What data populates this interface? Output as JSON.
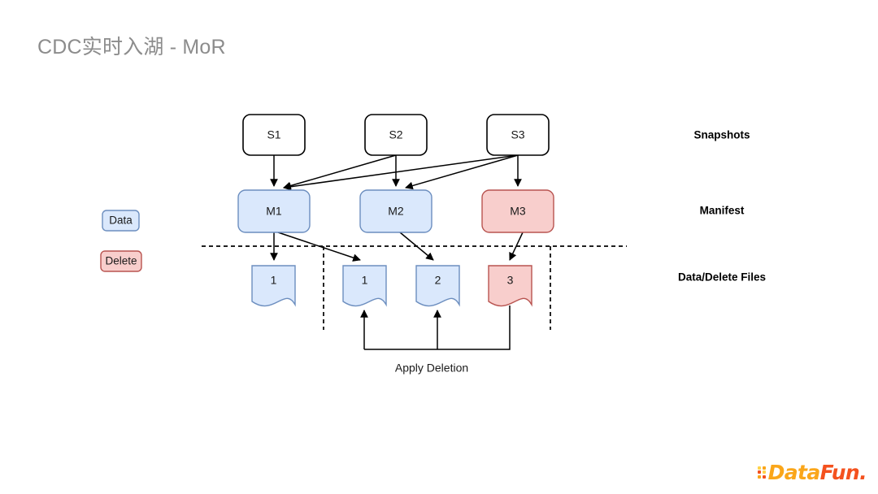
{
  "slide": {
    "title": "CDC实时入湖 - MoR",
    "background": "#ffffff"
  },
  "colors": {
    "data_fill": "#dae8fc",
    "data_stroke": "#6c8ebf",
    "delete_fill": "#f8cecc",
    "delete_stroke": "#b85450",
    "snapshot_fill": "#ffffff",
    "snapshot_stroke": "#000000",
    "title_color": "#8c8c8c",
    "edge_color": "#000000"
  },
  "legend": {
    "items": [
      {
        "label": "Data",
        "kind": "data"
      },
      {
        "label": "Delete",
        "kind": "delete"
      }
    ]
  },
  "row_labels": [
    {
      "label": "Snapshots"
    },
    {
      "label": "Manifest"
    },
    {
      "label": "Data/Delete Files"
    }
  ],
  "snapshots": [
    {
      "label": "S1"
    },
    {
      "label": "S2"
    },
    {
      "label": "S3"
    }
  ],
  "manifests": [
    {
      "label": "M1",
      "kind": "data"
    },
    {
      "label": "M2",
      "kind": "data"
    },
    {
      "label": "M3",
      "kind": "delete"
    }
  ],
  "files": [
    {
      "label": "1",
      "kind": "data"
    },
    {
      "label": "1",
      "kind": "data"
    },
    {
      "label": "2",
      "kind": "data"
    },
    {
      "label": "3",
      "kind": "delete"
    }
  ],
  "captions": {
    "apply_deletion": "Apply Deletion"
  },
  "edges": [
    {
      "from": "S1",
      "to": "M1"
    },
    {
      "from": "S2",
      "to": "M1"
    },
    {
      "from": "S2",
      "to": "M2"
    },
    {
      "from": "S3",
      "to": "M1"
    },
    {
      "from": "S3",
      "to": "M2"
    },
    {
      "from": "S3",
      "to": "M3"
    },
    {
      "from": "M1",
      "to": "file-1a"
    },
    {
      "from": "M1",
      "to": "file-1b"
    },
    {
      "from": "M2",
      "to": "file-2"
    },
    {
      "from": "M3",
      "to": "file-3"
    },
    {
      "from": "file-3",
      "to": "file-1b",
      "label": "Apply Deletion"
    },
    {
      "from": "file-3",
      "to": "file-2",
      "label": "Apply Deletion"
    }
  ],
  "logo": {
    "text_data": "Data",
    "text_fun": "Fun.",
    "color_data": "#FAA61A",
    "color_fun": "#F4511E"
  }
}
